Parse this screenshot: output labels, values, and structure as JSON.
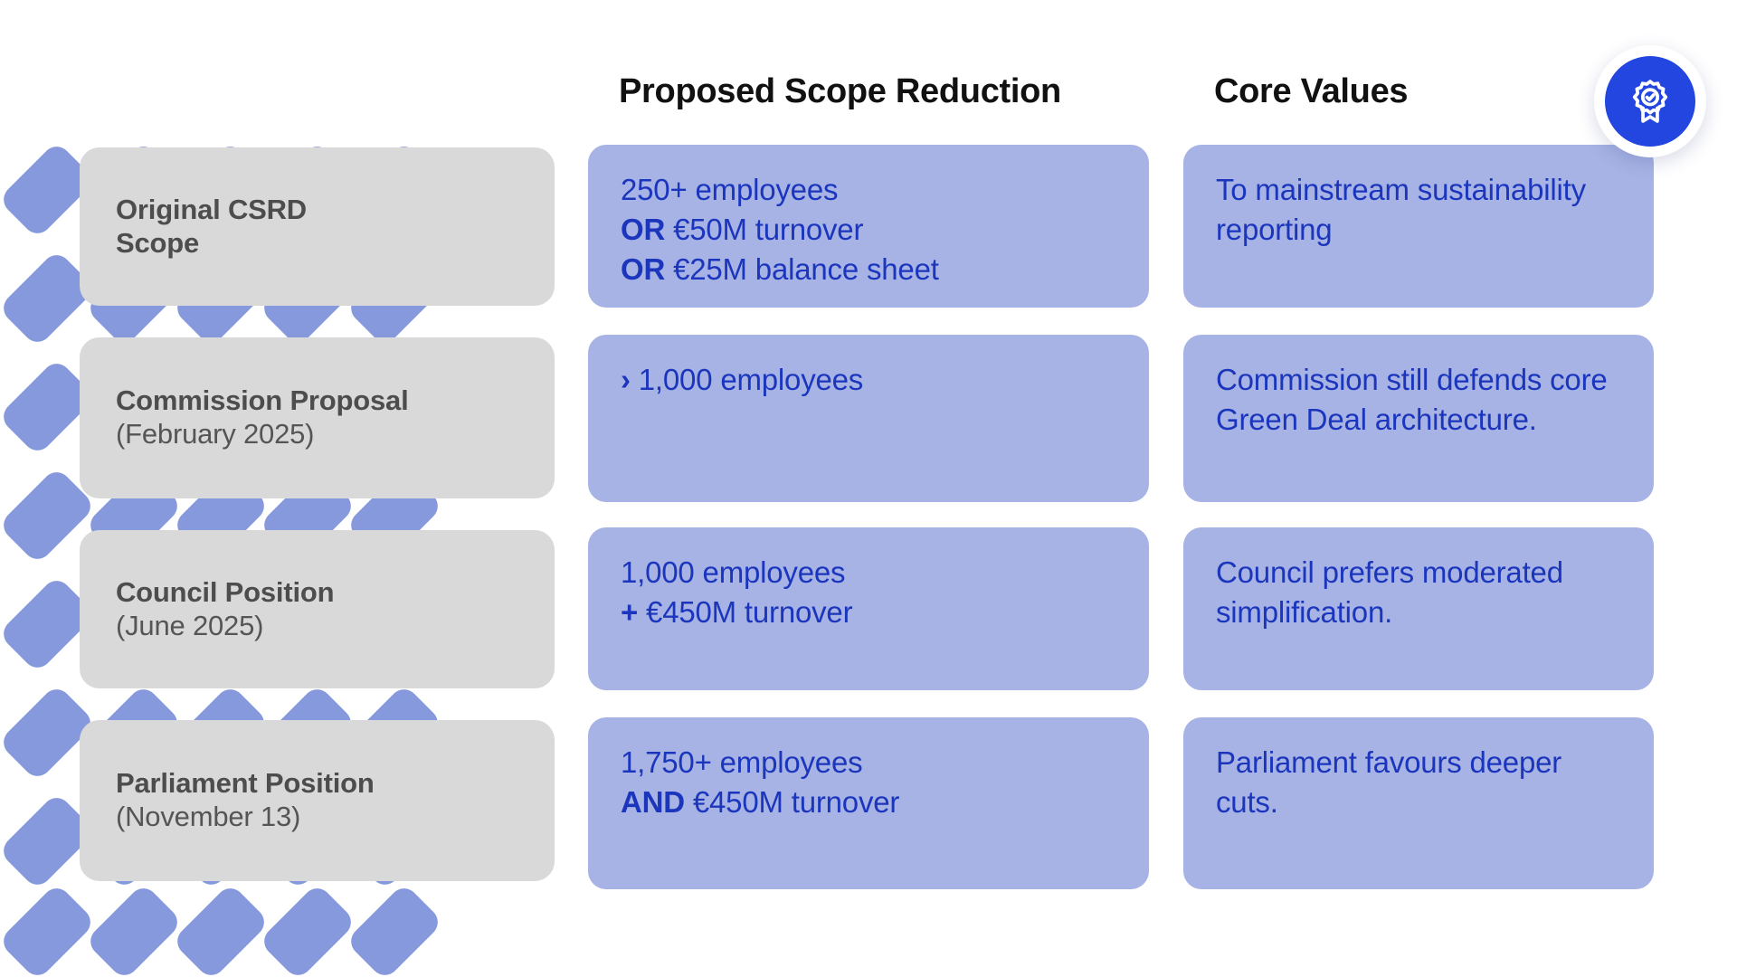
{
  "headers": {
    "col1": "",
    "col2": "Proposed Scope Reduction",
    "col3": "Core Values"
  },
  "colors": {
    "label_card_bg": "#d9d9d9",
    "blue_card_bg": "#a7b3e4",
    "blue_text": "#1b36bd",
    "label_text": "#4d4d4d",
    "decor_diamond": "#8799dd",
    "badge_circle": "#2346e0",
    "page_bg": "#ffffff",
    "header_text": "#111111"
  },
  "badge": {
    "icon": "award-rosette-check-icon"
  },
  "rows": [
    {
      "id": "original-csrd-scope",
      "label_title": "Original CSRD",
      "label_title2": "Scope",
      "label_sub": "",
      "scope_lines": [
        {
          "bold": "",
          "text": "250+ employees"
        },
        {
          "bold": "OR",
          "text": " €50M turnover"
        },
        {
          "bold": "OR",
          "text": " €25M balance sheet"
        }
      ],
      "core_value": "To mainstream sustainability reporting"
    },
    {
      "id": "commission-proposal",
      "label_title": "Commission Proposal",
      "label_title2": "",
      "label_sub": "(February 2025)",
      "scope_lines": [
        {
          "bold": "›",
          "text": " 1,000 employees"
        }
      ],
      "core_value": "Commission still defends core Green Deal architecture."
    },
    {
      "id": "council-position",
      "label_title": "Council Position",
      "label_title2": "",
      "label_sub": "(June 2025)",
      "scope_lines": [
        {
          "bold": "",
          "text": "1,000 employees"
        },
        {
          "bold": "+",
          "text": " €450M turnover"
        }
      ],
      "core_value": "Council prefers moderated simplification."
    },
    {
      "id": "parliament-position",
      "label_title": "Parliament Position",
      "label_title2": "",
      "label_sub": "(November 13)",
      "scope_lines": [
        {
          "bold": "",
          "text": "1,750+ employees"
        },
        {
          "bold": "AND",
          "text": " €450M turnover"
        }
      ],
      "core_value": "Parliament favours deeper cuts."
    }
  ]
}
